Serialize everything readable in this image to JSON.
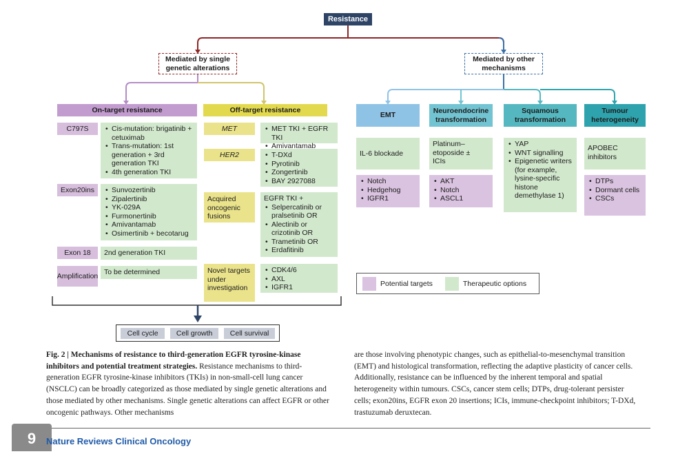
{
  "figure": {
    "root": "Resistance",
    "branch_single": "Mediated by single genetic alterations",
    "branch_other": "Mediated by other mechanisms",
    "on_target": {
      "header": "On-target resistance",
      "rows": [
        {
          "label": "C797S",
          "items": [
            "Cis-mutation: brigatinib + cetuximab",
            "Trans-mutation: 1st generation + 3rd generation TKI",
            "4th generation TKI"
          ]
        },
        {
          "label": "Exon20ins",
          "items": [
            "Sunvozertinib",
            "Zipalertinib",
            "YK-029A",
            "Furmonertinib",
            "Amivantamab",
            "Osimertinib + becotarug"
          ]
        },
        {
          "label": "Exon 18",
          "items": [
            "2nd generation TKI"
          ]
        },
        {
          "label": "Amplification",
          "items": [
            "To be determined"
          ]
        }
      ]
    },
    "off_target": {
      "header": "Off-target resistance",
      "rows": [
        {
          "label": "MET",
          "items": [
            "MET TKI + EGFR TKI",
            "Amivantamab"
          ]
        },
        {
          "label": "HER2",
          "items": [
            "T-DXd",
            "Pyrotinib",
            "Zongertinib",
            "BAY 2927088"
          ]
        },
        {
          "label": "Acquired oncogenic fusions",
          "intro": "EGFR TKI +",
          "items": [
            "Selpercatinib or pralsetinib OR",
            "Alectinib or crizotinib OR",
            "Trametinib OR",
            "Erdafitinib"
          ]
        },
        {
          "label": "Novel targets under investigation",
          "items": [
            "CDK4/6",
            "AXL",
            "IGFR1"
          ]
        }
      ]
    },
    "other": [
      {
        "header": "EMT",
        "green": "IL-6 blockade",
        "pink": [
          "Notch",
          "Hedgehog",
          "IGFR1"
        ]
      },
      {
        "header": "Neuroendocrine transformation",
        "green": "Platinum–etoposide ± ICIs",
        "pink": [
          "AKT",
          "Notch",
          "ASCL1"
        ]
      },
      {
        "header": "Squamous transformation",
        "green_list": [
          "YAP",
          "WNT signalling",
          "Epigenetic writers (for example, lysine-specific histone demethylase 1)"
        ]
      },
      {
        "header": "Tumour heterogeneity",
        "green": "APOBEC inhibitors",
        "pink": [
          "DTPs",
          "Dormant cells",
          "CSCs"
        ]
      }
    ],
    "legend": {
      "pink": "Potential targets",
      "green": "Therapeutic options"
    },
    "outcomes": [
      "Cell cycle",
      "Cell growth",
      "Cell survival"
    ],
    "colors": {
      "navy": "#2e4466",
      "red": "#8e2525",
      "blue": "#3a6fa6",
      "purple": "#b48bc6",
      "olive": "#cfc46a",
      "emt": "#8fc3e6",
      "neuro": "#72c4d2",
      "squamous": "#55b8c0",
      "tumour": "#2fa3ad"
    }
  },
  "caption": {
    "title": "Fig. 2 | Mechanisms of resistance to third-generation EGFR tyrosine-kinase inhibitors and potential treatment strategies.",
    "left_text": "Resistance mechanisms to third-generation EGFR tyrosine-kinase inhibitors (TKIs) in non-small-cell lung cancer (NSCLC) can be broadly categorized as those mediated by single genetic alterations and those mediated by other mechanisms. Single genetic alterations can affect EGFR or other oncogenic pathways. Other mechanisms",
    "right_text": "are those involving phenotypic changes, such as epithelial-to-mesenchymal transition (EMT) and histological transformation, reflecting the adaptive plasticity of cancer cells. Additionally, resistance can be influenced by the inherent temporal and spatial heterogeneity within tumours. CSCs, cancer stem cells; DTPs, drug-tolerant persister cells; exon20ins, EGFR exon 20 insertions; ICIs, immune-checkpoint inhibitors; T-DXd, trastuzumab deruxtecan."
  },
  "footer": {
    "journal": "Nature Reviews Clinical Oncology",
    "tab_glyph": "9"
  }
}
